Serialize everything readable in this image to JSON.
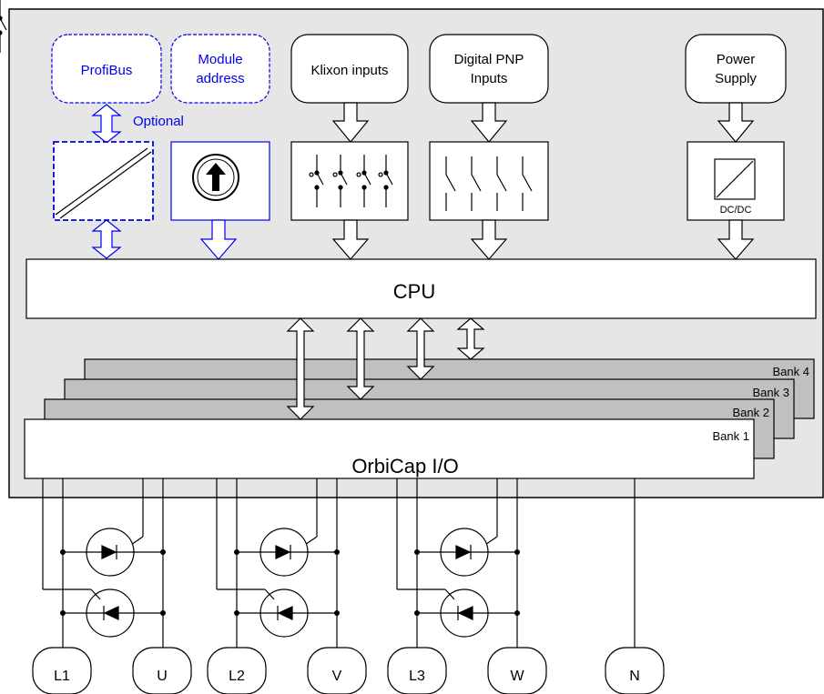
{
  "colors": {
    "panel_fill": "#e6e6e6",
    "optional_blue": "#0000ee",
    "bank_fill": "#c0c0c0",
    "line": "#000000"
  },
  "inputs": {
    "profibus": "ProfiBus",
    "module_address_line1": "Module",
    "module_address_line2": "address",
    "klixon": "Klixon inputs",
    "digital_line1": "Digital PNP",
    "digital_line2": "Inputs",
    "power_line1": "Power",
    "power_line2": "Supply",
    "optional": "Optional"
  },
  "blocks": {
    "dcdc": "DC/DC",
    "cpu": "CPU",
    "io": "OrbiCap I/O"
  },
  "banks": [
    "Bank 1",
    "Bank 2",
    "Bank 3",
    "Bank 4"
  ],
  "terminals": [
    "L1",
    "U",
    "L2",
    "V",
    "L3",
    "W",
    "N"
  ],
  "icons": {
    "converter": "converter-icon",
    "address_switch": "rotary-switch-icon",
    "klixon_switches": "klixon-switch-icon",
    "pnp_switches": "switch-icon",
    "thyristor": "thyristor-icon"
  }
}
